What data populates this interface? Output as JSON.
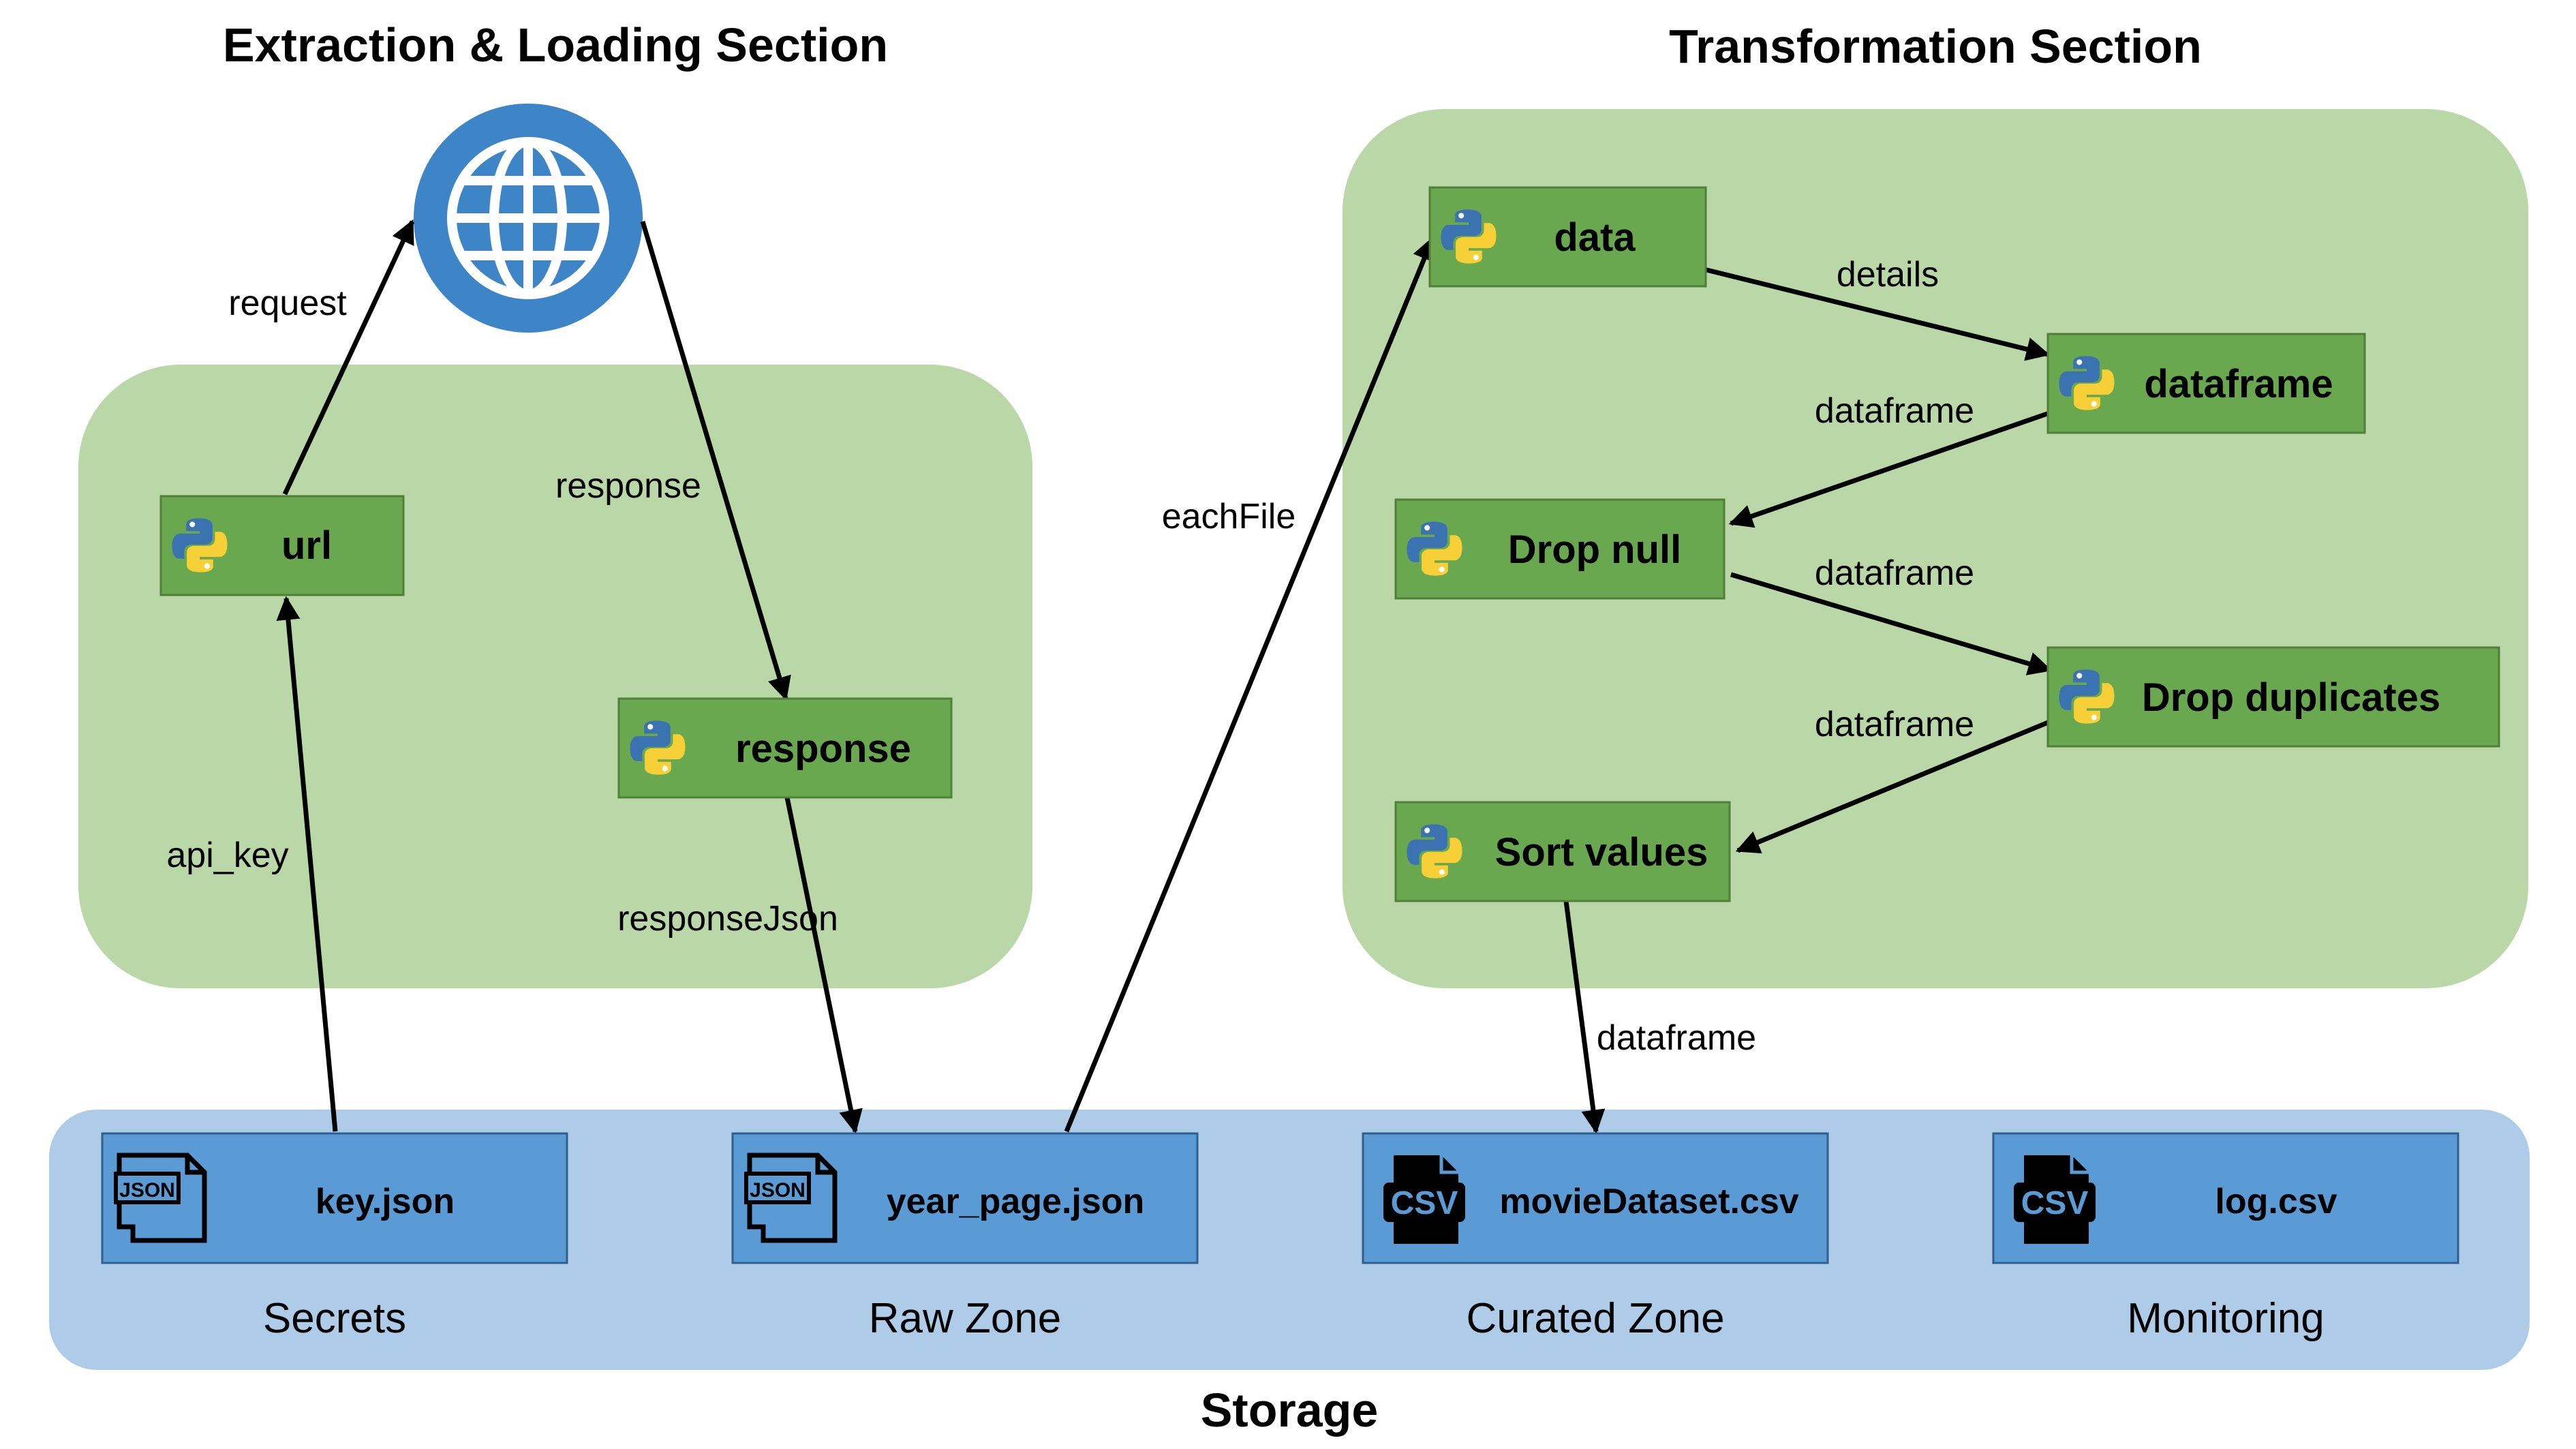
{
  "titles": {
    "extraction": "Extraction & Loading Section",
    "transformation": "Transformation Section",
    "storage": "Storage"
  },
  "nodes": {
    "url": "url",
    "response": "response",
    "data": "data",
    "dataframe": "dataframe",
    "drop_null": "Drop null",
    "drop_duplicates": "Drop duplicates",
    "sort_values": "Sort values"
  },
  "files": {
    "key": "key.json",
    "year_page": "year_page.json",
    "movie_dataset": "movieDataset.csv",
    "log": "log.csv"
  },
  "file_icons": {
    "json_text": "JSON",
    "csv_text": "CSV"
  },
  "zones": {
    "secrets": "Secrets",
    "raw": "Raw Zone",
    "curated": "Curated Zone",
    "monitoring": "Monitoring"
  },
  "edges": {
    "request": "request",
    "response": "response",
    "api_key": "api_key",
    "response_json": "responseJson",
    "each_file": "eachFile",
    "details": "details",
    "dataframe_1": "dataframe",
    "dataframe_2": "dataframe",
    "dataframe_3": "dataframe",
    "dataframe_4": "dataframe"
  },
  "colors": {
    "section_bg": "#b9d7a7",
    "node_fill": "#6aa84f",
    "storage_bg": "#aecbe8",
    "file_fill": "#5b9bd5",
    "globe": "#3d85c6"
  }
}
